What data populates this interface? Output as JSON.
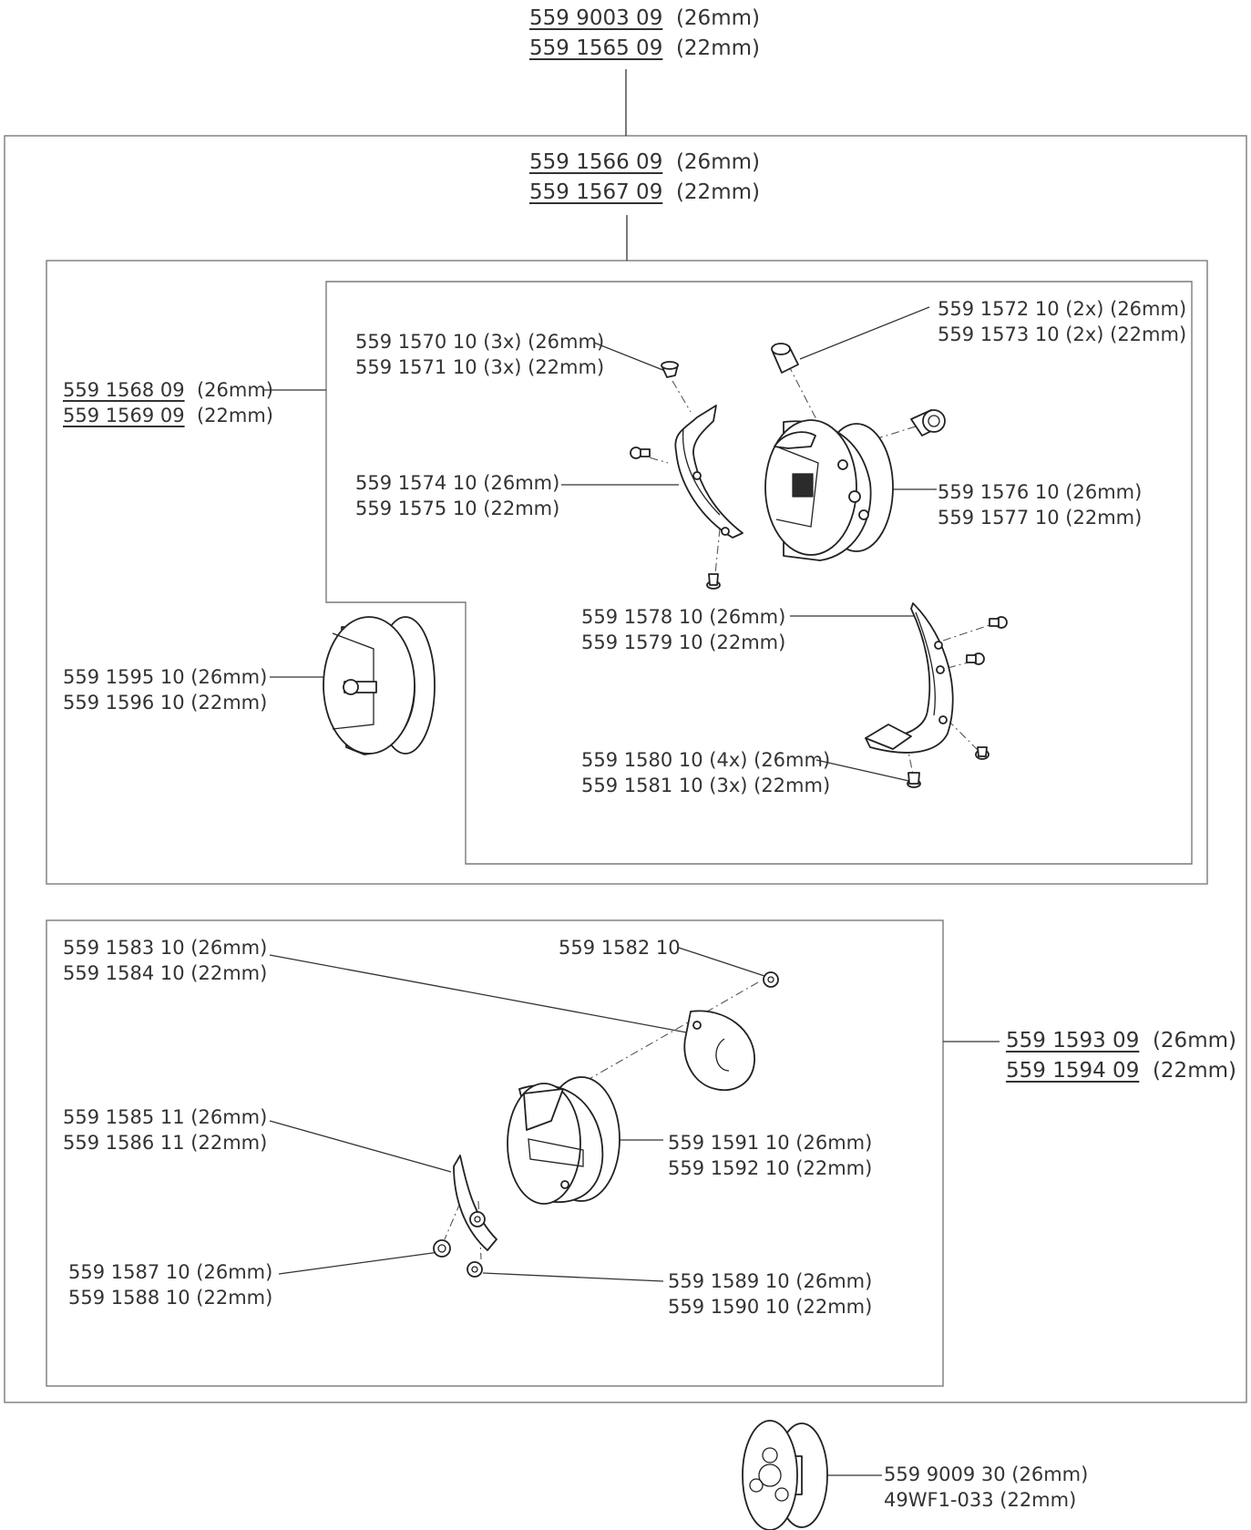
{
  "assemblies": {
    "top": {
      "lines": [
        {
          "num": "559 9003 09",
          "size": "(26mm)"
        },
        {
          "num": "559 1565 09",
          "size": "(22mm)"
        }
      ]
    },
    "hook_set": {
      "lines": [
        {
          "num": "559 1566 09",
          "size": "(26mm)"
        },
        {
          "num": "559 1567 09",
          "size": "(22mm)"
        }
      ]
    },
    "hook_body": {
      "lines": [
        {
          "num": "559 1568 09",
          "size": "(26mm)"
        },
        {
          "num": "559 1569 09",
          "size": "(22mm)"
        }
      ]
    },
    "bobbin_case": {
      "lines": [
        {
          "num": "559 1593 09",
          "size": "(26mm)"
        },
        {
          "num": "559 1594 09",
          "size": "(22mm)"
        }
      ]
    }
  },
  "parts": {
    "p1570": [
      "559 1570 10 (3x)  (26mm)",
      "559 1571 10 (3x)  (22mm)"
    ],
    "p1572": [
      "559 1572 10 (2x)  (26mm)",
      "559 1573 10 (2x)  (22mm)"
    ],
    "p1574": [
      "559 1574 10  (26mm)",
      "559 1575 10  (22mm)"
    ],
    "p1576": [
      "559 1576 10  (26mm)",
      "559 1577 10  (22mm)"
    ],
    "p1578": [
      "559 1578 10  (26mm)",
      "559 1579 10  (22mm)"
    ],
    "p1580": [
      "559 1580 10 (4x)  (26mm)",
      "559 1581 10 (3x)  (22mm)"
    ],
    "p1595": [
      "559 1595 10  (26mm)",
      "559 1596 10  (22mm)"
    ],
    "p1583": [
      "559 1583 10  (26mm)",
      "559 1584 10  (22mm)"
    ],
    "p1582": [
      "559 1582 10"
    ],
    "p1585": [
      "559 1585 11  (26mm)",
      "559 1586 11  (22mm)"
    ],
    "p1591": [
      "559 1591 10  (26mm)",
      "559 1592 10  (22mm)"
    ],
    "p1587": [
      "559 1587 10  (26mm)",
      "559 1588 10  (22mm)"
    ],
    "p1589": [
      "559 1589 10  (26mm)",
      "559 1590 10  (22mm)"
    ],
    "bobbin": [
      "559 9009 30  (26mm)",
      "49WF1-033  (22mm)"
    ]
  }
}
